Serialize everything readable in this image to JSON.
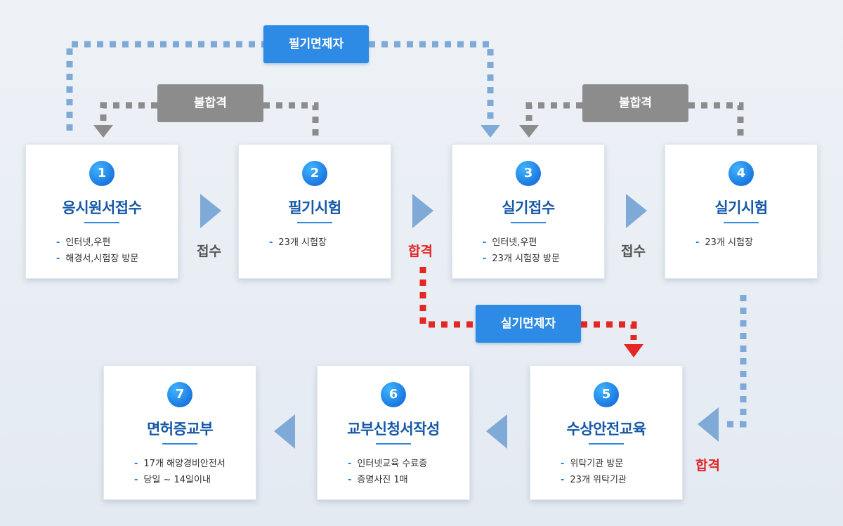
{
  "steps": [
    {
      "num": "1",
      "title": "응시원서접수",
      "items": [
        "인터넷,우편",
        "해경서,시험장 방문"
      ]
    },
    {
      "num": "2",
      "title": "필기시험",
      "items": [
        "23개 시험장"
      ]
    },
    {
      "num": "3",
      "title": "실기접수",
      "items": [
        "인터넷,우편",
        "23개 시험장 방문"
      ]
    },
    {
      "num": "4",
      "title": "실기시험",
      "items": [
        "23개 시험장"
      ]
    },
    {
      "num": "5",
      "title": "수상안전교육",
      "items": [
        "위탁기관 방문",
        "23개 위탁기관"
      ]
    },
    {
      "num": "6",
      "title": "교부신청서작성",
      "items": [
        "인터넷교육 수료증",
        "증명사진 1매"
      ]
    },
    {
      "num": "7",
      "title": "면허증교부",
      "items": [
        "17개 해양경비안전서",
        "당일 ~ 14일이내"
      ]
    }
  ],
  "labels": {
    "written_exempt": "필기면제자",
    "practical_exempt": "실기면제자",
    "fail_1": "불합격",
    "fail_2": "불합격",
    "receipt_1": "접수",
    "receipt_2": "접수",
    "pass_1": "합격",
    "pass_2": "합격"
  },
  "colors": {
    "accent_blue": "#2d8be6",
    "title_blue": "#1557a8",
    "fail_gray": "#8c8c8c",
    "pass_red": "#e32626",
    "arrow_blue": "#7fa9d6",
    "dot_blue": "#7fa9d6",
    "dot_gray": "#8c8c8c",
    "dot_red": "#e32626"
  }
}
